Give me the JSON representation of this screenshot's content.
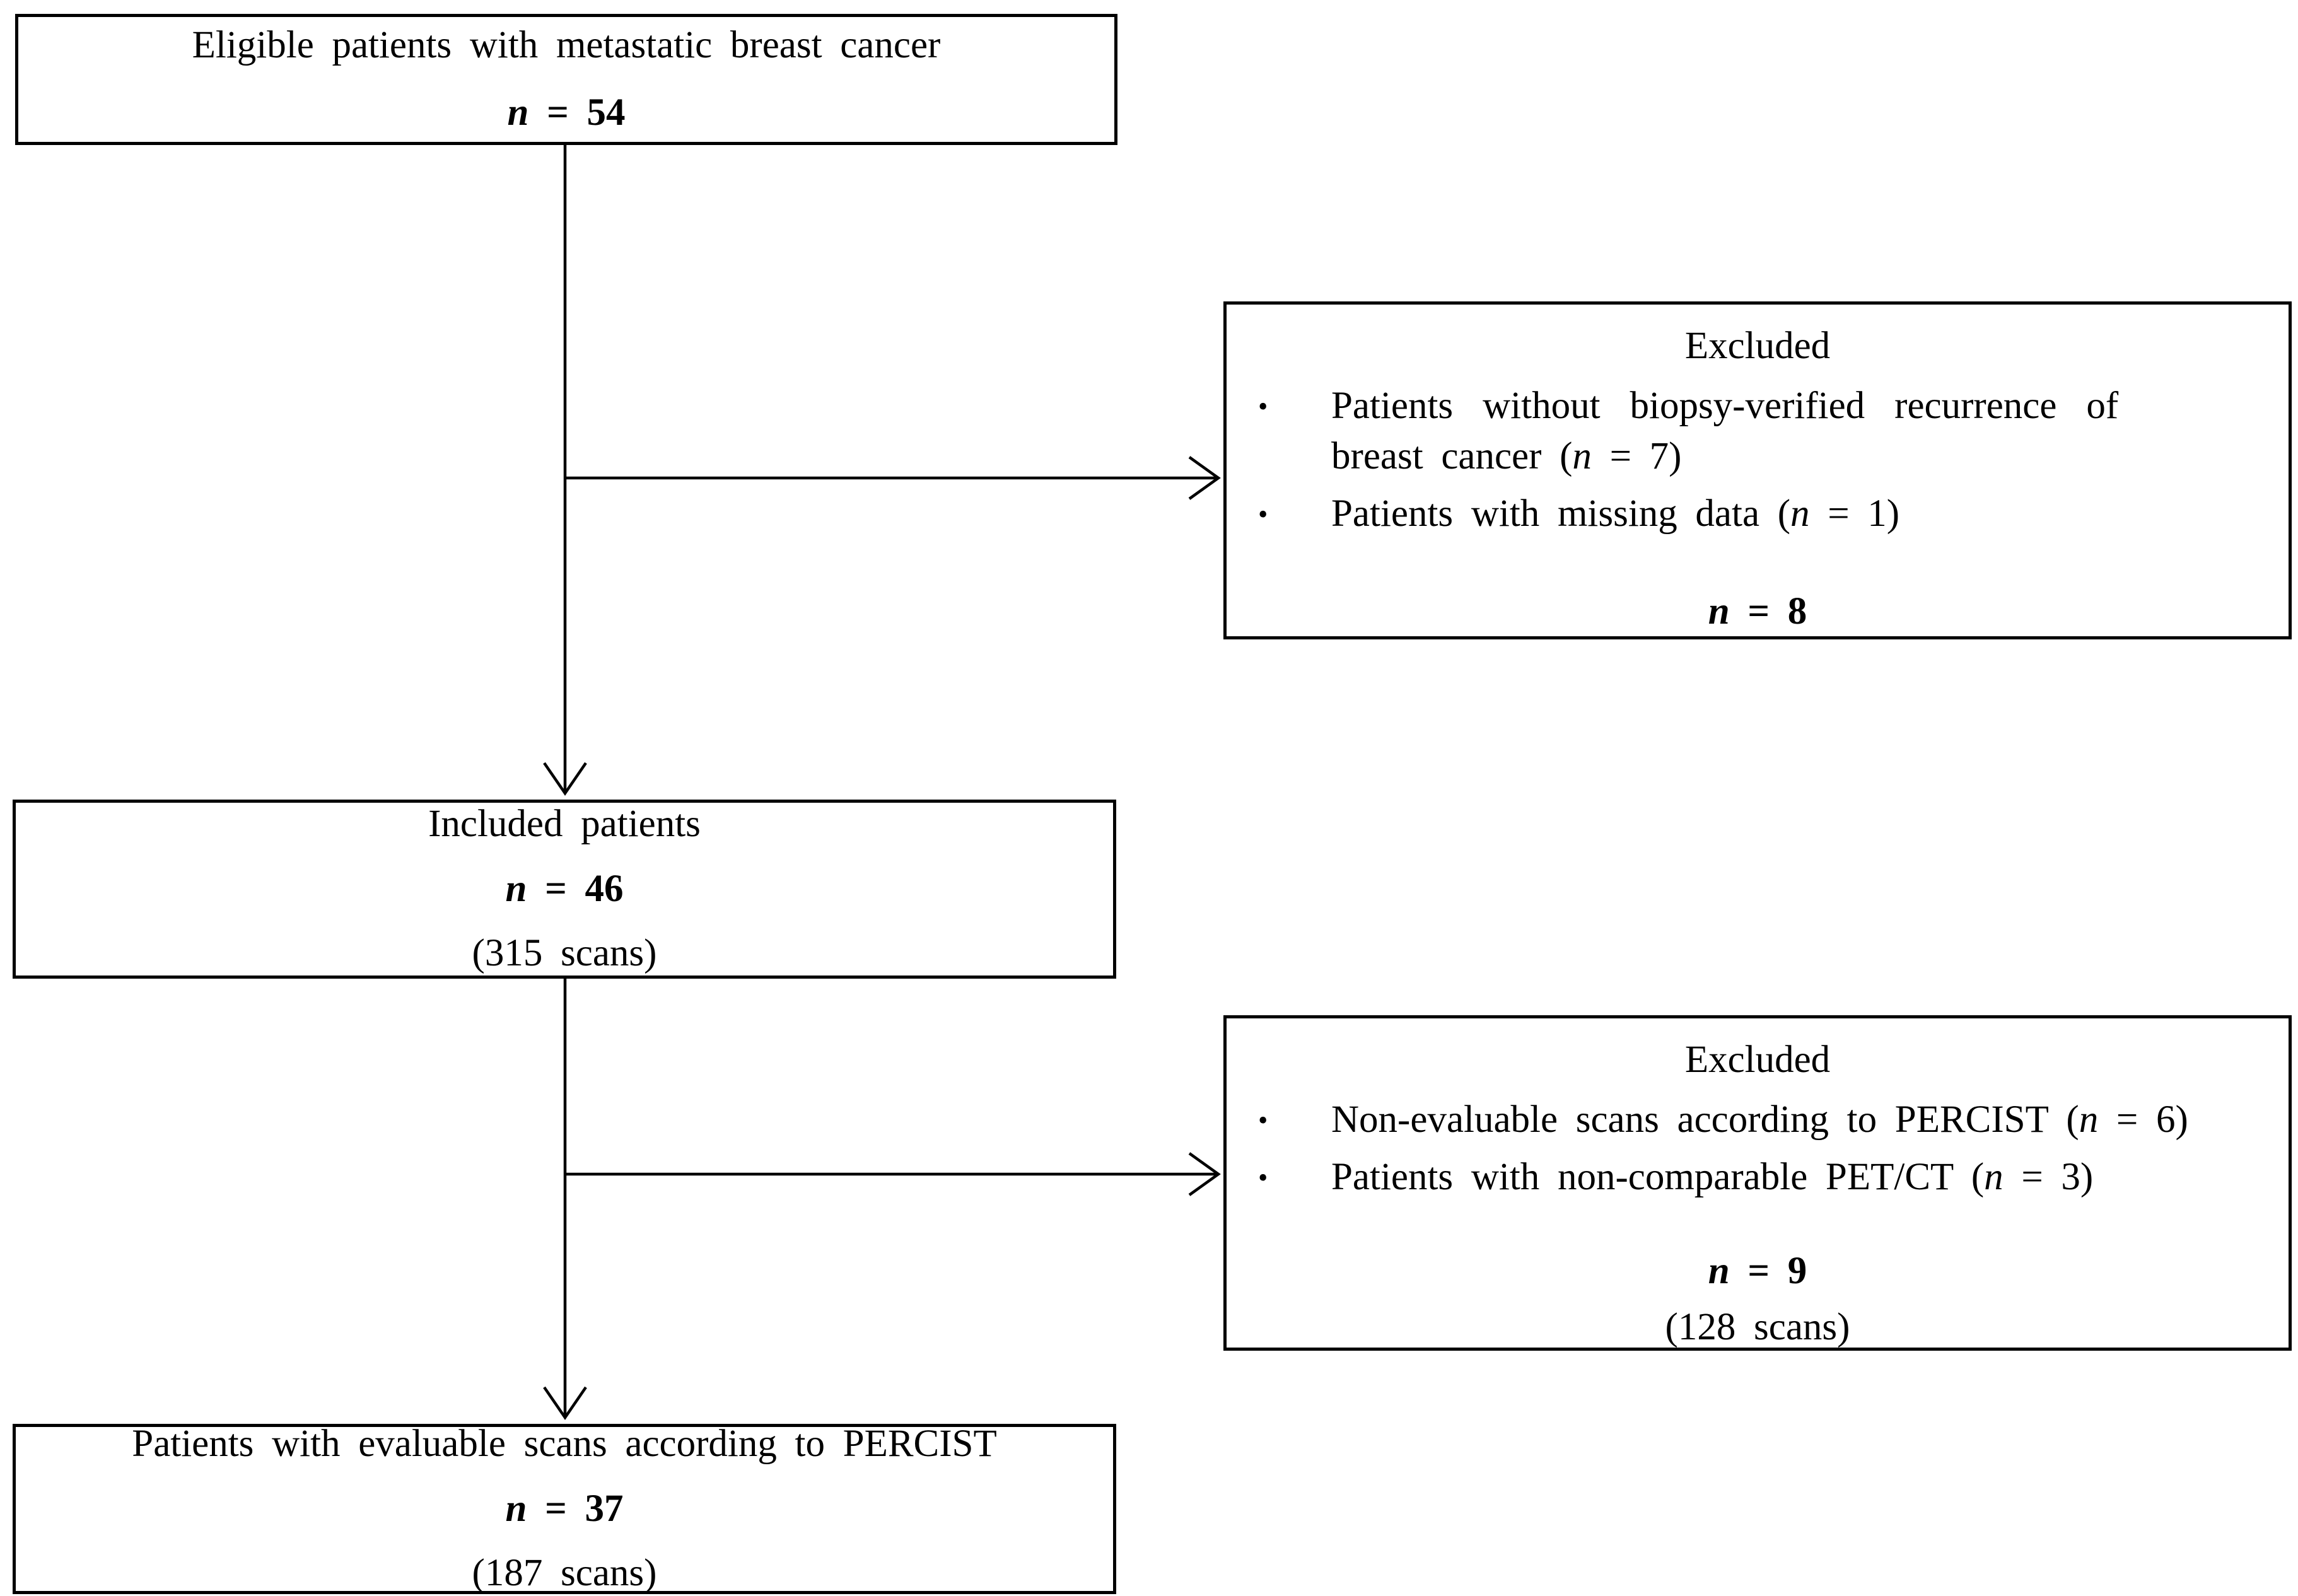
{
  "page": {
    "background_color": "#ffffff",
    "line_color": "#000000"
  },
  "boxes": {
    "eligible": {
      "title": "Eligible patients with metastatic breast cancer",
      "n_italic": "n",
      "n_rest": " = 54"
    },
    "excluded_top": {
      "title": "Excluded",
      "bullet_char": "•",
      "b1_line1": "Patients without biopsy-verified recurrence of",
      "b1_line2_pre": "breast cancer (",
      "b1_n": "n",
      "b1_line2_post": " = 7)",
      "b2_pre": "Patients with missing data (",
      "b2_n": "n",
      "b2_post": " = 1)",
      "total_n_italic": "n",
      "total_n_rest": " = 8"
    },
    "included": {
      "title": "Included patients",
      "n_italic": "n",
      "n_rest": " = 46",
      "scans": "(315 scans)"
    },
    "excluded_bottom": {
      "title": "Excluded",
      "bullet_char": "•",
      "b1_pre": "Non-evaluable scans according to PERCIST (",
      "b1_n": "n",
      "b1_post": " = 6)",
      "b2_pre": "Patients with non-comparable PET/CT (",
      "b2_n": "n",
      "b2_post": " = 3)",
      "total_n_italic": "n",
      "total_n_rest": " = 9",
      "scans": "(128 scans)"
    },
    "evaluable": {
      "title": "Patients with evaluable scans according to PERCIST",
      "n_italic": "n",
      "n_rest": " = 37",
      "scans": "(187 scans)"
    }
  }
}
